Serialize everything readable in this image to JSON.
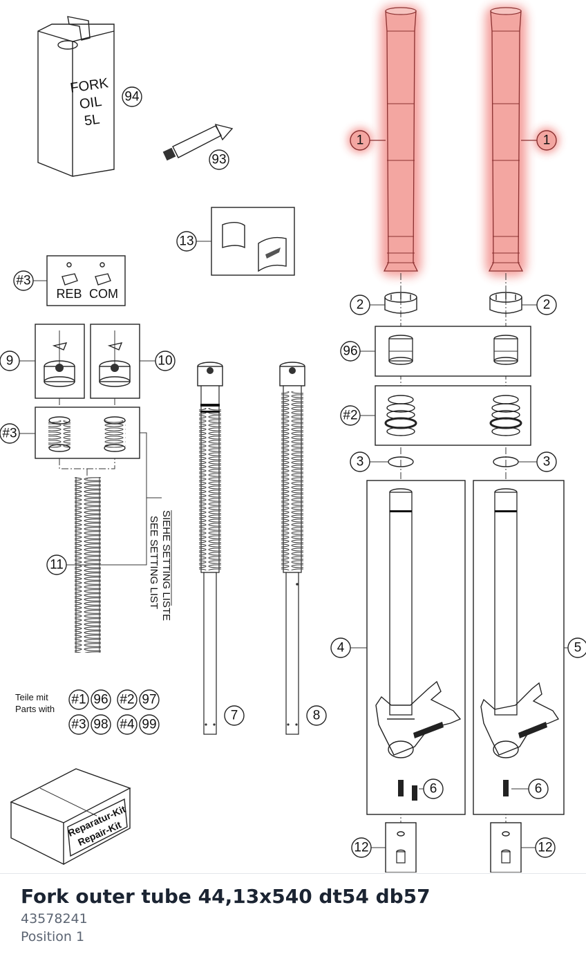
{
  "oil_can": {
    "text_line1": "FORK",
    "text_line2": "OIL",
    "text_line3": "5L",
    "callout": "94"
  },
  "grease_tube": {
    "callout": "93"
  },
  "label_set": {
    "callout": "13"
  },
  "adjuster_set": {
    "callout": "#3",
    "label_reb": "REB",
    "label_com": "COM"
  },
  "damper_caps": {
    "left_callout": "9",
    "right_callout": "10"
  },
  "spring_set": {
    "callout": "#3"
  },
  "main_spring": {
    "callout": "11",
    "setting_line1": "SIEHE SETTING LISTE",
    "setting_line2": "SEE SETTING LIST"
  },
  "cartridges": {
    "left_callout": "7",
    "right_callout": "8"
  },
  "parts_legend": {
    "label_de": "Teile mit",
    "label_en": "Parts with",
    "items": [
      "#1",
      "96",
      "#2",
      "97",
      "#3",
      "98",
      "#4",
      "99"
    ]
  },
  "repair_kit": {
    "text_line1": "Reparatur-Kit",
    "text_line2": "Repair-Kit"
  },
  "outer_tubes": {
    "left_callout": "1",
    "right_callout": "1",
    "highlight_color": "#e8322a"
  },
  "caps": {
    "left_callout": "2",
    "right_callout": "2"
  },
  "bushings": {
    "callout": "96"
  },
  "seals": {
    "callout": "#2"
  },
  "orings": {
    "left_callout": "3",
    "right_callout": "3"
  },
  "axle_tubes": {
    "left_callout": "4",
    "right_callout": "5"
  },
  "screws": {
    "left_callout": "6",
    "right_callout": "6"
  },
  "bottom_bolts": {
    "left_callout": "12",
    "right_callout": "12"
  },
  "part": {
    "name": "Fork outer tube 44,13x540 dt54 db57",
    "number": "43578241",
    "position": "Position 1"
  }
}
